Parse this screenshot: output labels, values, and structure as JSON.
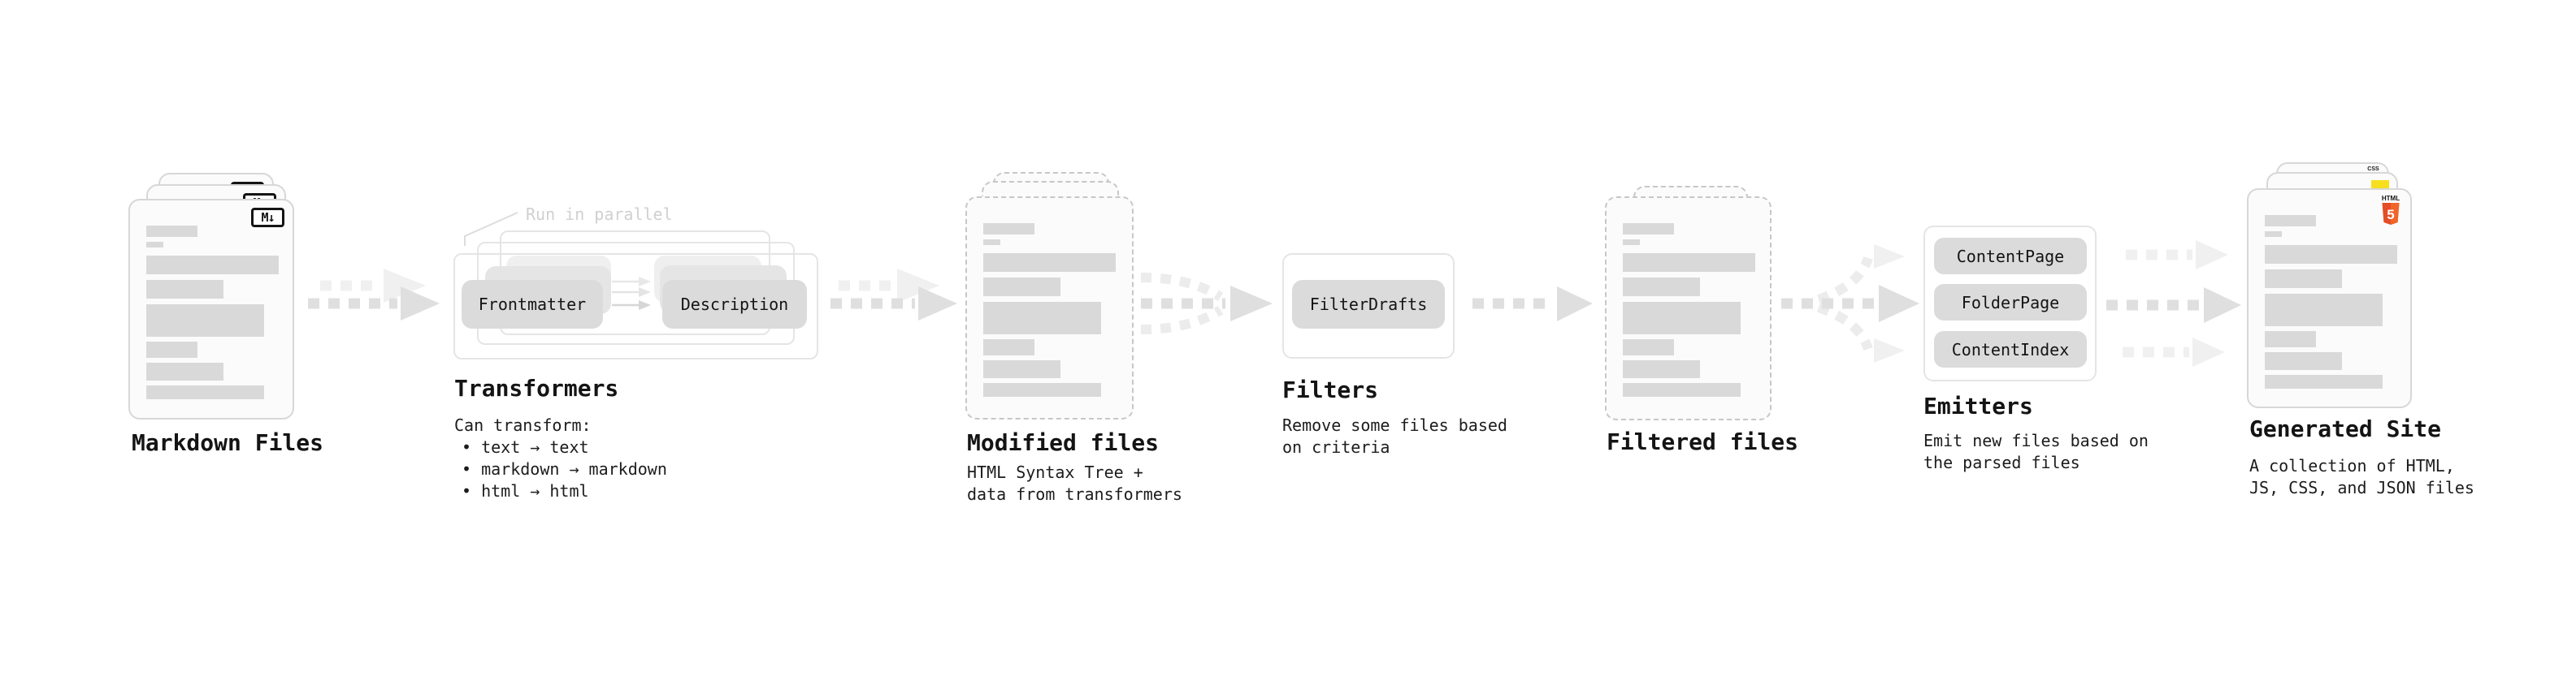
{
  "colors": {
    "html5_orange": "#e44d26",
    "html5_orange_light": "#f16529",
    "js_yellow": "#f7df1e",
    "css_blue": "#2965f1",
    "arrow_dark": "#dfdfdf",
    "arrow_light": "#f0f0f0",
    "bar_fill": "#d9d9d9",
    "pill_fill": "#dbdbdb",
    "note_gray": "#d0d0d0",
    "text": "#141414"
  },
  "stages": {
    "markdown_files": {
      "title": "Markdown Files",
      "badge": "M↓"
    },
    "transformers": {
      "title": "Transformers",
      "note": "Run in parallel",
      "pills": [
        "Frontmatter",
        "Description"
      ],
      "desc": [
        "Can transform:",
        "• text → text",
        "• markdown → markdown",
        "• html → html"
      ]
    },
    "modified_files": {
      "title": "Modified files",
      "desc": [
        "HTML Syntax Tree +",
        "data from transformers"
      ]
    },
    "filters": {
      "title": "Filters",
      "pills": [
        "FilterDrafts"
      ],
      "desc": [
        "Remove some files based",
        "on criteria"
      ]
    },
    "filtered_files": {
      "title": "Filtered files"
    },
    "emitters": {
      "title": "Emitters",
      "pills": [
        "ContentPage",
        "FolderPage",
        "ContentIndex"
      ],
      "desc": [
        "Emit new files based on",
        "the parsed files"
      ]
    },
    "generated_site": {
      "title": "Generated Site",
      "badge_css": "CSS",
      "html5_label": "HTML",
      "html5_number": "5",
      "desc": [
        "A collection of HTML,",
        "JS, CSS, and JSON files"
      ]
    }
  }
}
